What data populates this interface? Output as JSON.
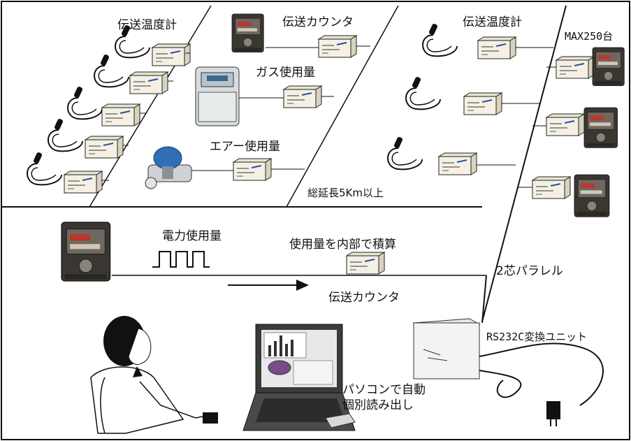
{
  "labels": {
    "temp_left": "伝送温度計",
    "counter_top": "伝送カウンタ",
    "gas": "ガス使用量",
    "air": "エアー使用量",
    "temp_right": "伝送温度計",
    "max_units": "MAX250台",
    "total_length": "総延長5Km以上",
    "power": "電力使用量",
    "integrate": "使用量を内部で積算",
    "counter_bottom": "伝送カウンタ",
    "wiring": "2芯パラレル",
    "converter": "RS232C変換ユニット",
    "pc_line1": "パソコンで自動",
    "pc_line2": "個別読み出し"
  },
  "icons": {
    "thermometer": "thermometer-sensor-icon",
    "transmitter": "transmitter-box-icon",
    "meter": "electricity-meter-icon",
    "gas_meter": "gas-meter-icon",
    "valve": "air-valve-icon",
    "pulse": "pulse-wave-icon",
    "arrow": "arrow-right-icon",
    "converter": "rs232c-converter-icon",
    "laptop": "laptop-icon",
    "person": "operator-person-icon",
    "plug": "power-plug-icon"
  },
  "colors": {
    "line": "#111111",
    "panel_fill": "#f4f1e4",
    "meter_body": "#3a3632",
    "accent_red": "#b8382e",
    "valve_blue": "#2e6fb6"
  }
}
